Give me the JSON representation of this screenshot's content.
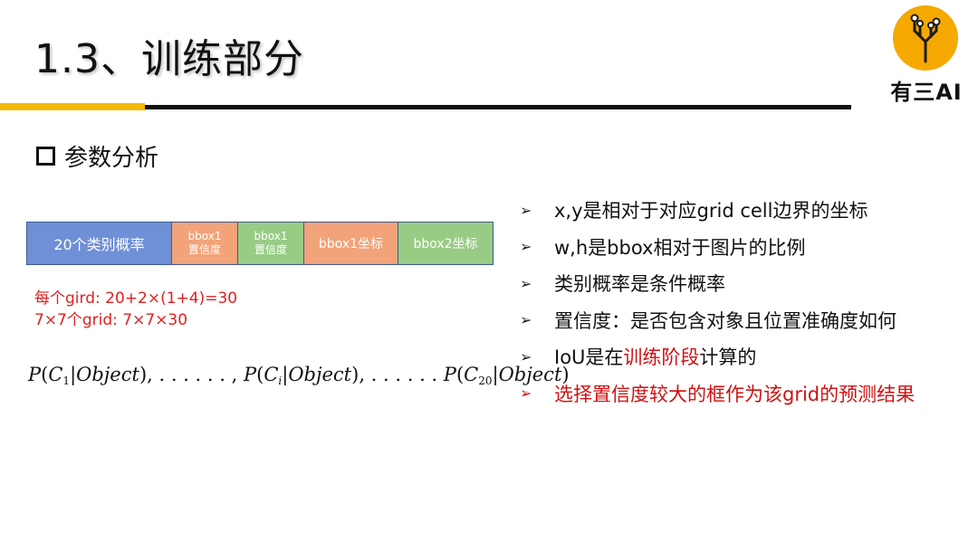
{
  "slide": {
    "title": "1.3、训练部分",
    "section_heading": "参数分析"
  },
  "logo": {
    "text": "有三AI",
    "circle_color": "#f5a800",
    "icon": "circuit-fork-icon"
  },
  "vector": {
    "cells": [
      {
        "line1": "20个类别概率",
        "line2": "",
        "color": "#6f8fd6"
      },
      {
        "line1": "bbox1",
        "line2": "置信度",
        "color": "#f2a37a"
      },
      {
        "line1": "bbox1",
        "line2": "置信度",
        "color": "#98cc85"
      },
      {
        "line1": "bbox1坐标",
        "line2": "",
        "color": "#f2a37a"
      },
      {
        "line1": "bbox2坐标",
        "line2": "",
        "color": "#98cc85"
      }
    ]
  },
  "notes": {
    "line1": "每个gird: 20+2×(1+4)=30",
    "line2": "7×7个grid: 7×7×30",
    "color": "#e02020"
  },
  "formula": {
    "p": "P",
    "c": "C",
    "obj": "Object",
    "sub1": "1",
    "subi": "i",
    "sub20": "20",
    "sep1": ", . . . . . . , ",
    "sep2": ", . . . . . . "
  },
  "bullets": {
    "arrow": "➢",
    "items": [
      {
        "text": "x,y是相对于对应grid cell边界的坐标"
      },
      {
        "text": "w,h是bbox相对于图片的比例"
      },
      {
        "text": "类别概率是条件概率"
      },
      {
        "text": "置信度：是否包含对象且位置准确度如何"
      },
      {
        "pre": "IoU是在",
        "highlight": "训练阶段",
        "post": "计算的"
      },
      {
        "text": "选择置信度较大的框作为该grid的预测结果"
      }
    ],
    "accent_color": "#d01010"
  }
}
